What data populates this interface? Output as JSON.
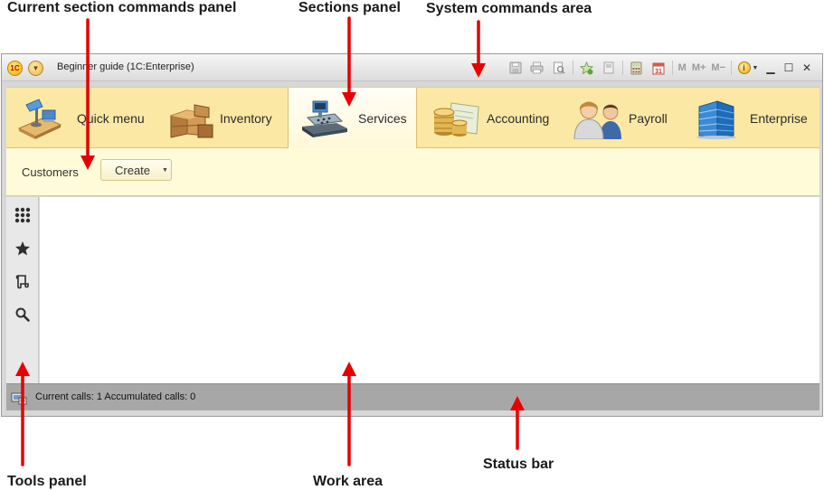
{
  "annotations": {
    "current_section_commands_panel": "Current section commands panel",
    "sections_panel": "Sections panel",
    "system_commands_area": "System commands area",
    "tools_panel": "Tools panel",
    "work_area": "Work area",
    "status_bar": "Status bar"
  },
  "window": {
    "logo_text": "1C",
    "title": "Beginner guide  (1C:Enterprise)"
  },
  "system_commands": {
    "icons": [
      "save-icon",
      "print-icon",
      "print-preview-icon",
      "add-to-favorites-icon",
      "bookmark-icon",
      "calculator-icon",
      "calendar-icon",
      "memory-icon",
      "memory-plus-icon",
      "memory-minus-icon",
      "info-icon",
      "minimize-icon",
      "maximize-icon",
      "close-icon"
    ],
    "calendar_day": "31",
    "m": "M",
    "m_plus": "M+",
    "m_minus": "M−"
  },
  "sections": [
    {
      "label": "Quick menu",
      "icon": "quick-menu-icon",
      "active": false
    },
    {
      "label": "Inventory",
      "icon": "inventory-icon",
      "active": false
    },
    {
      "label": "Services",
      "icon": "cash-register-icon",
      "active": true
    },
    {
      "label": "Accounting",
      "icon": "coins-icon",
      "active": false
    },
    {
      "label": "Payroll",
      "icon": "people-icon",
      "active": false
    },
    {
      "label": "Enterprise",
      "icon": "building-icon",
      "active": false
    }
  ],
  "commands": {
    "customers": "Customers",
    "create": "Create"
  },
  "tools": [
    "grid-menu-icon",
    "favorites-star-icon",
    "history-icon",
    "search-icon"
  ],
  "status": {
    "text": "Current calls: 1   Accumulated calls: 0"
  },
  "colors": {
    "sections_bg": "#fbe8a4",
    "commands_bg": "#fffbd8",
    "arrow": "#e60000",
    "status_bg": "#a7a7a7"
  }
}
